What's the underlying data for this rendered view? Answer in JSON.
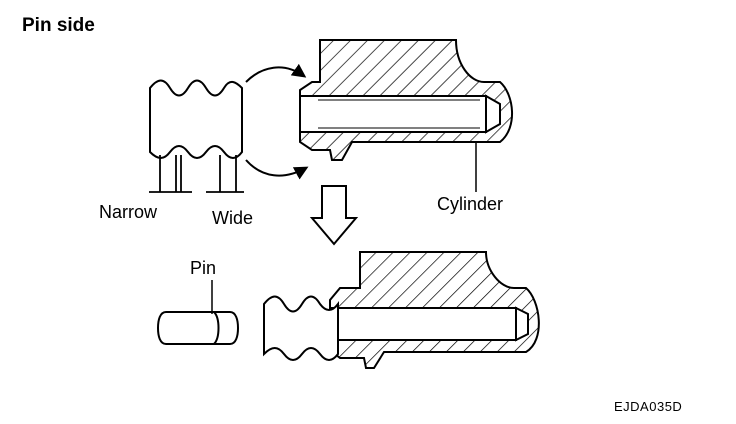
{
  "title": "Pin side",
  "labels": {
    "narrow": "Narrow",
    "wide": "Wide",
    "cylinder": "Cylinder",
    "pin": "Pin"
  },
  "figure_code": "EJDA035D",
  "colors": {
    "ink": "#000000",
    "paper": "#ffffff"
  },
  "icons": [
    "curved-arrow-icon",
    "down-arrow-icon"
  ]
}
